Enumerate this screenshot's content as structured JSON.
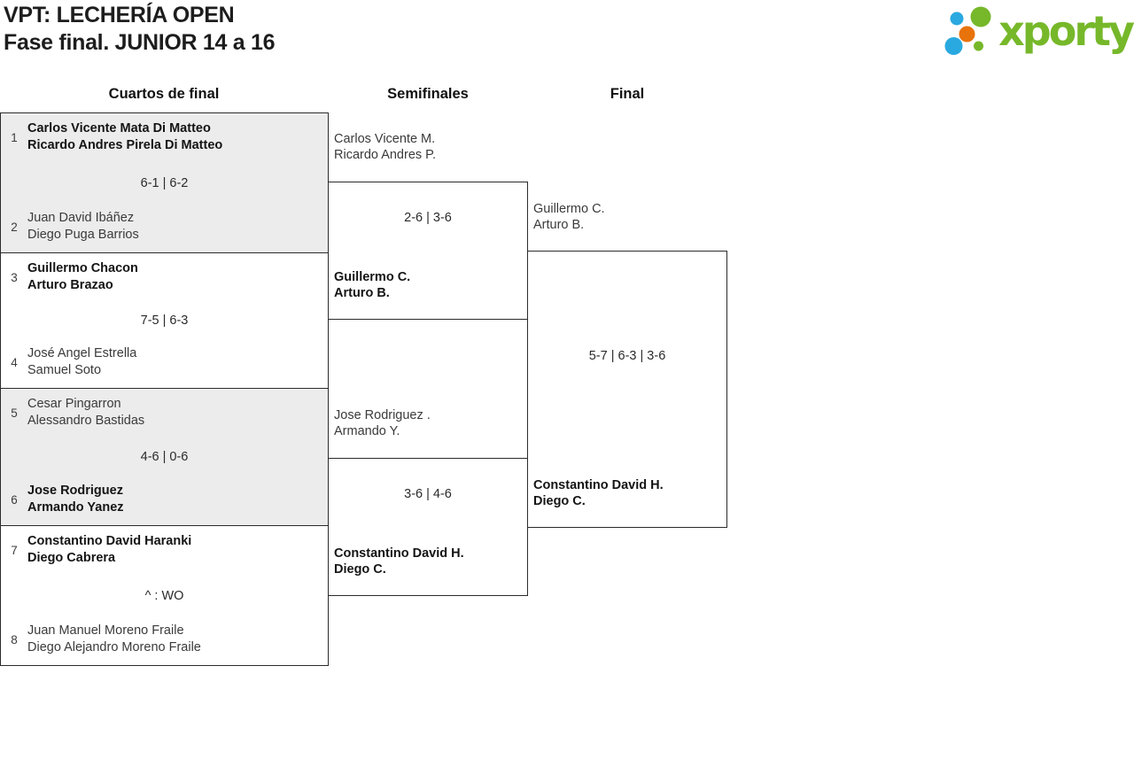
{
  "header": {
    "title_line1": "VPT: LECHERÍA OPEN",
    "title_line2": "Fase final. JUNIOR 14 a 16"
  },
  "logo": {
    "wordmark": "xporty",
    "colors": {
      "green": "#76b82a",
      "blue": "#2aa9e0",
      "orange": "#e8730a"
    }
  },
  "columns": {
    "quarterfinals": "Cuartos de final",
    "semifinals": "Semifinales",
    "final": "Final"
  },
  "colors": {
    "box_border": "#2b2b2b",
    "box_fill_alt": "#ececec",
    "text_regular": "#3a3a3a",
    "text_winner": "#141414"
  },
  "bracket": {
    "quarterfinals": [
      {
        "team_a": {
          "seed": "1",
          "line1": "Carlos Vicente Mata Di Matteo",
          "line2": "Ricardo Andres Pirela Di Matteo",
          "winner": true
        },
        "score": "6-1 | 6-2",
        "team_b": {
          "seed": "2",
          "line1": "Juan David Ibáñez",
          "line2": "Diego Puga Barrios",
          "winner": false
        }
      },
      {
        "team_a": {
          "seed": "3",
          "line1": "Guillermo Chacon",
          "line2": "Arturo Brazao",
          "winner": true
        },
        "score": "7-5 | 6-3",
        "team_b": {
          "seed": "4",
          "line1": "José Angel Estrella",
          "line2": "Samuel Soto",
          "winner": false
        }
      },
      {
        "team_a": {
          "seed": "5",
          "line1": "Cesar Pingarron",
          "line2": "Alessandro Bastidas",
          "winner": false
        },
        "score": "4-6 | 0-6",
        "team_b": {
          "seed": "6",
          "line1": "Jose Rodriguez",
          "line2": "Armando Yanez",
          "winner": true
        }
      },
      {
        "team_a": {
          "seed": "7",
          "line1": "Constantino David Haranki",
          "line2": "Diego Cabrera",
          "winner": true
        },
        "score": "^ : WO",
        "team_b": {
          "seed": "8",
          "line1": "Juan Manuel Moreno Fraile",
          "line2": "Diego Alejandro Moreno Fraile",
          "winner": false
        }
      }
    ],
    "semifinals": [
      {
        "team_a": {
          "line1": "Carlos Vicente M.",
          "line2": "Ricardo Andres P.",
          "winner": false
        },
        "score": "2-6 | 3-6",
        "team_b": {
          "line1": "Guillermo C.",
          "line2": "Arturo B.",
          "winner": true
        }
      },
      {
        "team_a": {
          "line1": "Jose Rodriguez .",
          "line2": "Armando Y.",
          "winner": false
        },
        "score": "3-6 | 4-6",
        "team_b": {
          "line1": "Constantino David H.",
          "line2": "Diego C.",
          "winner": true
        }
      }
    ],
    "final": {
      "team_a": {
        "line1": "Guillermo C.",
        "line2": "Arturo B.",
        "winner": false
      },
      "score": "5-7 | 6-3 | 3-6",
      "team_b": {
        "line1": "Constantino David H.",
        "line2": "Diego C.",
        "winner": true
      }
    }
  }
}
